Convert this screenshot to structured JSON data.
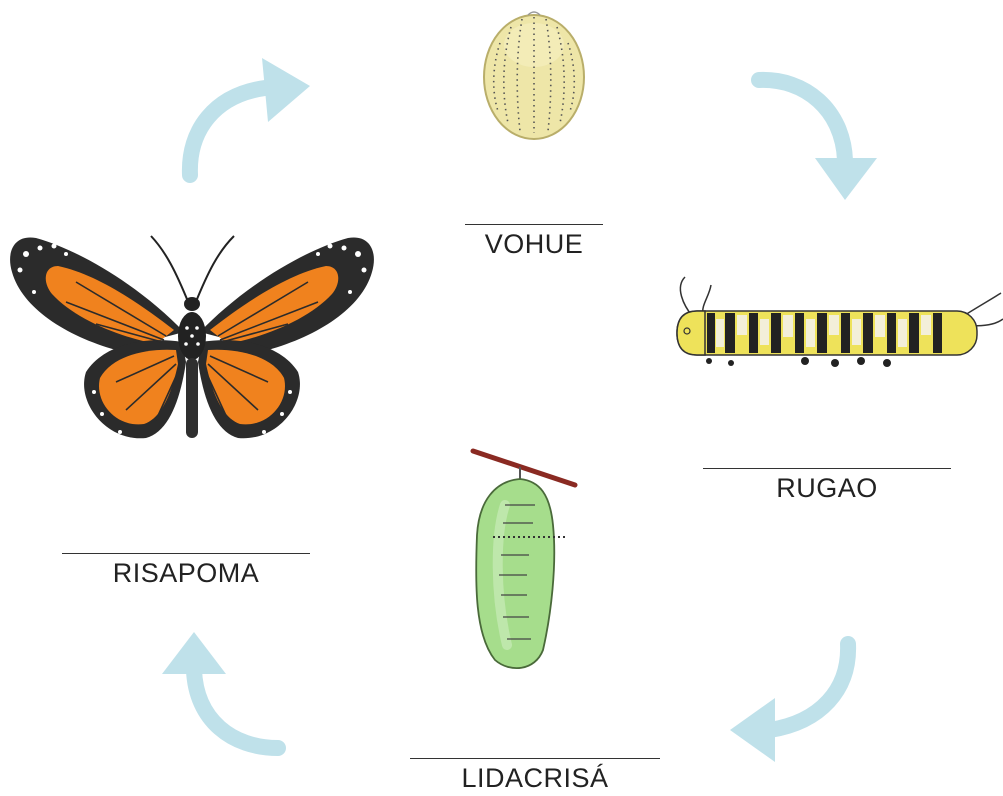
{
  "stages": {
    "egg": {
      "label": "VOHUE"
    },
    "larva": {
      "label": "RUGAO"
    },
    "pupa": {
      "label": "LIDACRISÁ"
    },
    "adult": {
      "label": "RISAPOMA"
    }
  },
  "colors": {
    "arrow": "#bfe1ea",
    "egg_fill": "#eee6a8",
    "caterpillar_yellow": "#eee25a",
    "chrysalis_green": "#a6dd8c",
    "wing_orange": "#f0821e",
    "wing_black": "#2b2b2b"
  },
  "icons": [
    "curved-arrow-icon",
    "egg-icon",
    "caterpillar-icon",
    "chrysalis-icon",
    "butterfly-icon"
  ]
}
